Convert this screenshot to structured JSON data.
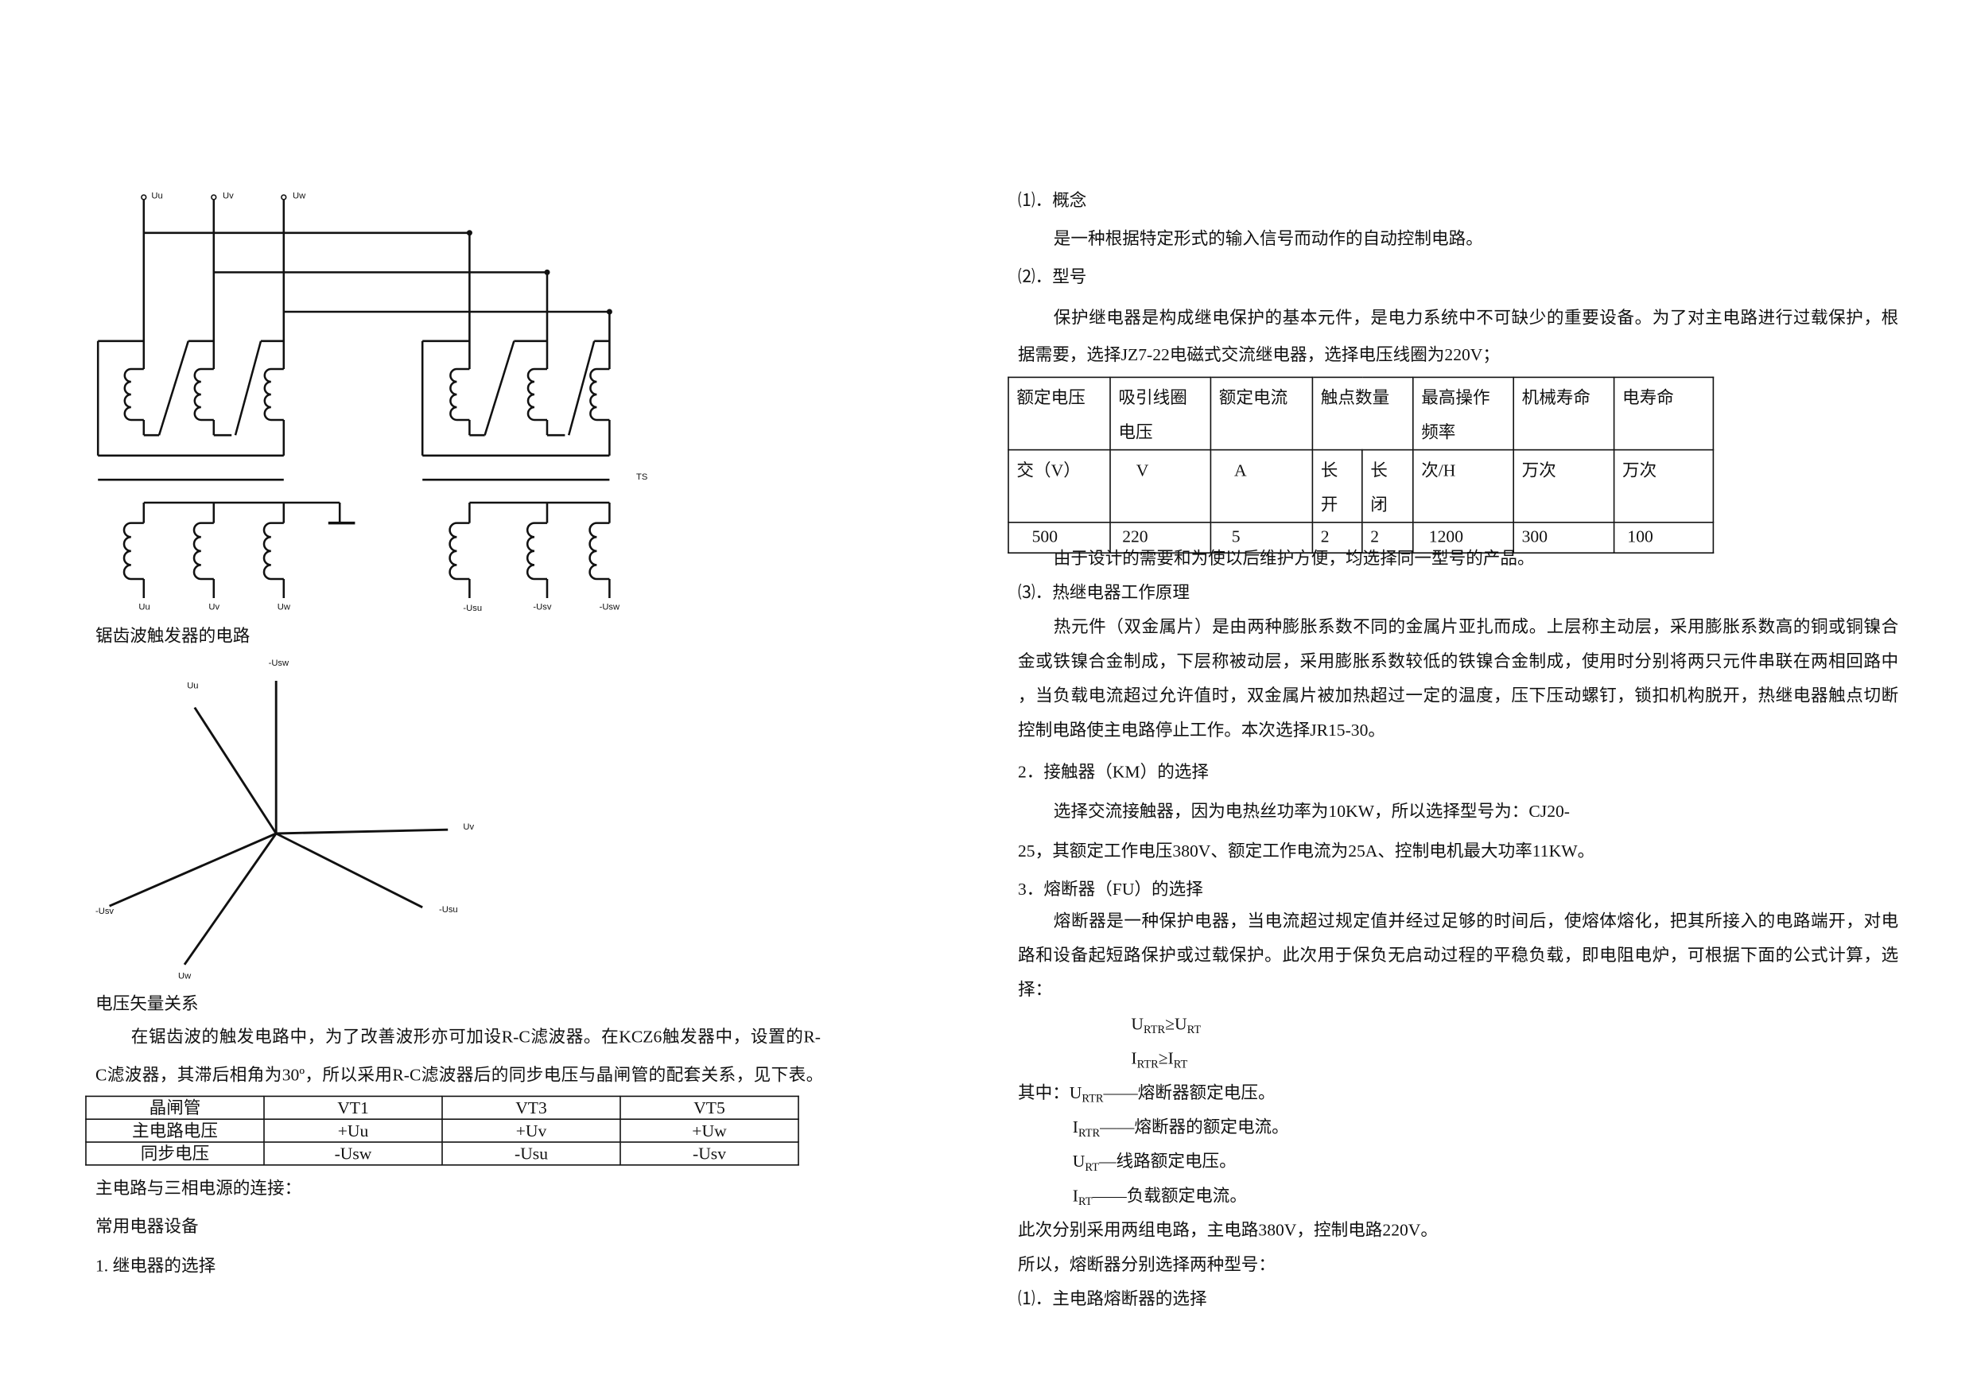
{
  "left": {
    "circuit": {
      "terminals": [
        "Uu",
        "Uv",
        "Uw"
      ],
      "ts_label": "TS",
      "secondary_left": [
        "Uu",
        "Uv",
        "Uw"
      ],
      "secondary_right": [
        "-Usu",
        "-Usv",
        "-Usw"
      ],
      "caption": "锯齿波触发器的电路"
    },
    "vector": {
      "labels": {
        "neg_usw": "-Usw",
        "uu": "Uu",
        "uv": "Uv",
        "neg_usu": "-Usu",
        "neg_usv": "-Usv",
        "uw": "Uw"
      },
      "caption": "电压矢量关系"
    },
    "para": [
      "在锯齿波的触发电路中，为了改善波形亦可加设R-C滤波器。在KCZ6触发器中，设置的R-",
      "C滤波器，其滞后相角为30º，所以采用R-C滤波器后的同步电压与晶闸管的配套关系，见下表。"
    ],
    "table": {
      "header": [
        "晶闸管",
        "VT1",
        "VT3",
        "VT5"
      ],
      "rows": [
        [
          "主电路电压",
          "+Uu",
          "+Uv",
          "+Uw"
        ],
        [
          "同步电压",
          "-Usw",
          "-Usu",
          "-Usv"
        ]
      ]
    },
    "after": [
      "主电路与三相电源的连接：",
      "常用电器设备",
      "1.   继电器的选择"
    ]
  },
  "right": {
    "s1_title": "⑴．概念",
    "s1_text": "是一种根据特定形式的输入信号而动作的自动控制电路。",
    "s2_title": "⑵．型号",
    "s2_para": [
      "保护继电器是构成继电保护的基本元件，是电力系统中不可缺少的重要设备。为了对主电路进行过载保护，根",
      "据需要，选择JZ7-22电磁式交流继电器，选择电压线圈为220V；"
    ],
    "relay_table": {
      "h": [
        "额定电压",
        "吸引线圈电压",
        "额定电流",
        "触点数量",
        "最高操作频率",
        "机械寿命",
        "电寿命"
      ],
      "h_line1": [
        "额定电压",
        "吸引线圈",
        "额定电流",
        "触点数量",
        "最高操作",
        "机械寿命",
        "电寿命"
      ],
      "h_line2": [
        "",
        "电压",
        "",
        "",
        "频率",
        "",
        ""
      ],
      "units": [
        "交（V）",
        "V",
        "A",
        "长开",
        "长闭",
        "次/H",
        "万次",
        "万次"
      ],
      "units_split": {
        "open_1": "长",
        "open_2": "开",
        "closed_1": "长",
        "closed_2": "闭"
      },
      "values": [
        "500",
        "220",
        "5",
        "2",
        "2",
        "1200",
        "300",
        "100"
      ]
    },
    "after_table": "由于设计的需要和为使以后维护方便，均选择同一型号的产品。",
    "s3_title": "⑶．热继电器工作原理",
    "s3_para": [
      "热元件（双金属片）是由两种膨胀系数不同的金属片亚扎而成。上层称主动层，采用膨胀系数高的铜或铜镍合",
      "金或铁镍合金制成，下层称被动层，采用膨胀系数较低的铁镍合金制成，使用时分别将两只元件串联在两相回路中",
      "，当负载电流超过允许值时，双金属片被加热超过一定的温度，压下压动螺钉，锁扣机构脱开，热继电器触点切断",
      "控制电路使主电路停止工作。本次选择JR15-30。"
    ],
    "km_title": "2．接触器（KM）的选择",
    "km_para": [
      "选择交流接触器，因为电热丝功率为10KW，所以选择型号为：CJ20-",
      "25，其额定工作电压380V、额定工作电流为25A、控制电机最大功率11KW。"
    ],
    "fu_title": "3．熔断器（FU）的选择",
    "fu_para": [
      "熔断器是一种保护电器，当电流超过规定值并经过足够的时间后，使熔体熔化，把其所接入的电路端开，对电",
      "路和设备起短路保护或过载保护。此次用于保负无启动过程的平稳负载，即电阻电炉，可根据下面的公式计算，选",
      "择："
    ],
    "formula1": {
      "a": "U",
      "a_sub": "RTR",
      "op": "≥U",
      "b_sub": "RT"
    },
    "formula2": {
      "a": "I",
      "a_sub": "RTR",
      "op": "≥I",
      "b_sub": "RT"
    },
    "defs": [
      {
        "pre": "其中：U",
        "sub": "RTR",
        "text": "——熔断器额定电压。"
      },
      {
        "pre": "I",
        "sub": "RTR",
        "text": "——熔断器的额定电流。"
      },
      {
        "pre": "U",
        "sub": "RT",
        "text": "—线路额定电压。"
      },
      {
        "pre": "I",
        "sub": "RT",
        "text": "——负载额定电流。"
      }
    ],
    "tail": [
      "此次分别采用两组电路，主电路380V，控制电路220V。",
      "所以，熔断器分别选择两种型号：",
      "⑴．主电路熔断器的选择"
    ]
  }
}
